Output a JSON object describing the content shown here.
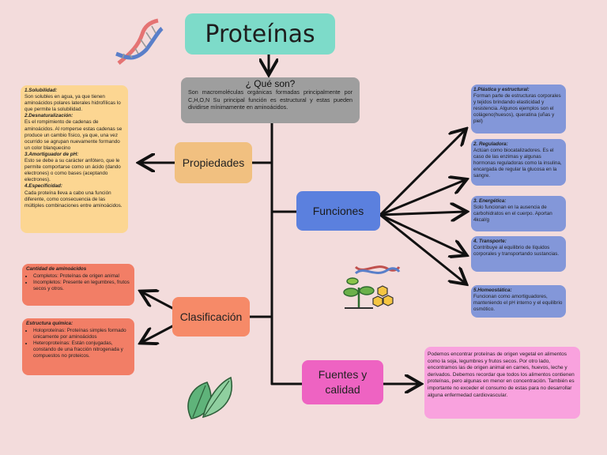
{
  "title": "Proteínas",
  "what": {
    "question": "¿ Qué son?",
    "text": "Son macromoléculas orgánicas formadas principalmente por C,H,O,N Su principal función es estructural y estas pueden dividirse mínimamente en aminoácidos."
  },
  "nodes": {
    "propiedades": "Propiedades",
    "funciones": "Funciones",
    "clasificacion": "Clasificación",
    "fuentes": "Fuentes y calidad"
  },
  "propiedades": [
    {
      "heading": "1.Solubilidad:",
      "text": "Son solubles en agua, ya que tienen aminoácidos polares laterales hidrofílicas lo que permite la solubilidad."
    },
    {
      "heading": "2.Desnaturalización:",
      "text": "Es el rompimiento de cadenas de aminoácidos. Al romperse estas cadenas se produce un cambio físico, ya que, una vez ocurrido se agrupan nuevamente formando un color blanquecino"
    },
    {
      "heading": "3.Amortiguador de pH:",
      "text": "Esto se debe a su carácter anfótero, que le permite comportarse como un ácido (dando electrones) o como bases (aceptando electrones)."
    },
    {
      "heading": "4.Especificidad:",
      "text": "Cada proteína lleva a cabo una función diferente, como consecuencia de las múltiples combinaciones entre aminoácidos."
    }
  ],
  "clasificacion": [
    {
      "heading": "Cantidad de aminoácidos",
      "items": [
        "Completos: Proteínas de origen animal",
        "Incompletos: Presente en legumbres, frutos secos y otros."
      ]
    },
    {
      "heading": "Estructura química:",
      "items": [
        "Holoproteínas: Proteínas simples formado únicamente por aminoácidos",
        "Heteroproteínas: Están conjugadas, constando de una fracción nitrogenada y compuestos no proteicos."
      ]
    }
  ],
  "funciones": [
    {
      "heading": "1.Plástica y estructural:",
      "text": "Forman parte de estructuras corporales y tejidos brindando elasticidad y resistencia. Algunos ejemplos son el colágeno(huesos), queratina (uñas y piel)"
    },
    {
      "heading": "2. Reguladora:",
      "text": "Actúan como biocatalizadores. Es el caso de las enzimas y algunas hormonas reguladoras como la insulina, encargada de regular la glucosa en la sangre."
    },
    {
      "heading": "3. Energética:",
      "text": "Solo funcionan en la ausencia de carbohidratos en el cuerpo. Aportan 4kcal/g"
    },
    {
      "heading": "4. Transporte:",
      "text": "Contribuye al equilibrio de líquidos corporales y transportando sustancias."
    },
    {
      "heading": "5.Homeostática:",
      "text": "Funcionan como amortiguadores, manteniendo el pH interno y el equilibrio osmótico."
    }
  ],
  "fuentes_text": "Podemos encontrar proteínas de origen vegetal en alimentos como la soja, legumbres y frutos secos. Por otro lado, encontramos las de origen animal en carnes, huevos, leche y derivados. Debemos recordar que todos los alimentos contienen proteínas, pero algunas en menor en concentración. También es importante no exceder el consumo de estas para no desarrollar alguna enfermedad cardiovascular.",
  "icons": [
    "dna-icon",
    "plant-dna-icon",
    "leaves-icon"
  ],
  "colors": {
    "background": "#f3dcdc",
    "title": "#7ddbc9",
    "what": "#9e9e9e",
    "propiedades": "#f1c080",
    "funciones": "#5b80de",
    "clasificacion": "#f68a68",
    "fuentes": "#ee63c2"
  }
}
